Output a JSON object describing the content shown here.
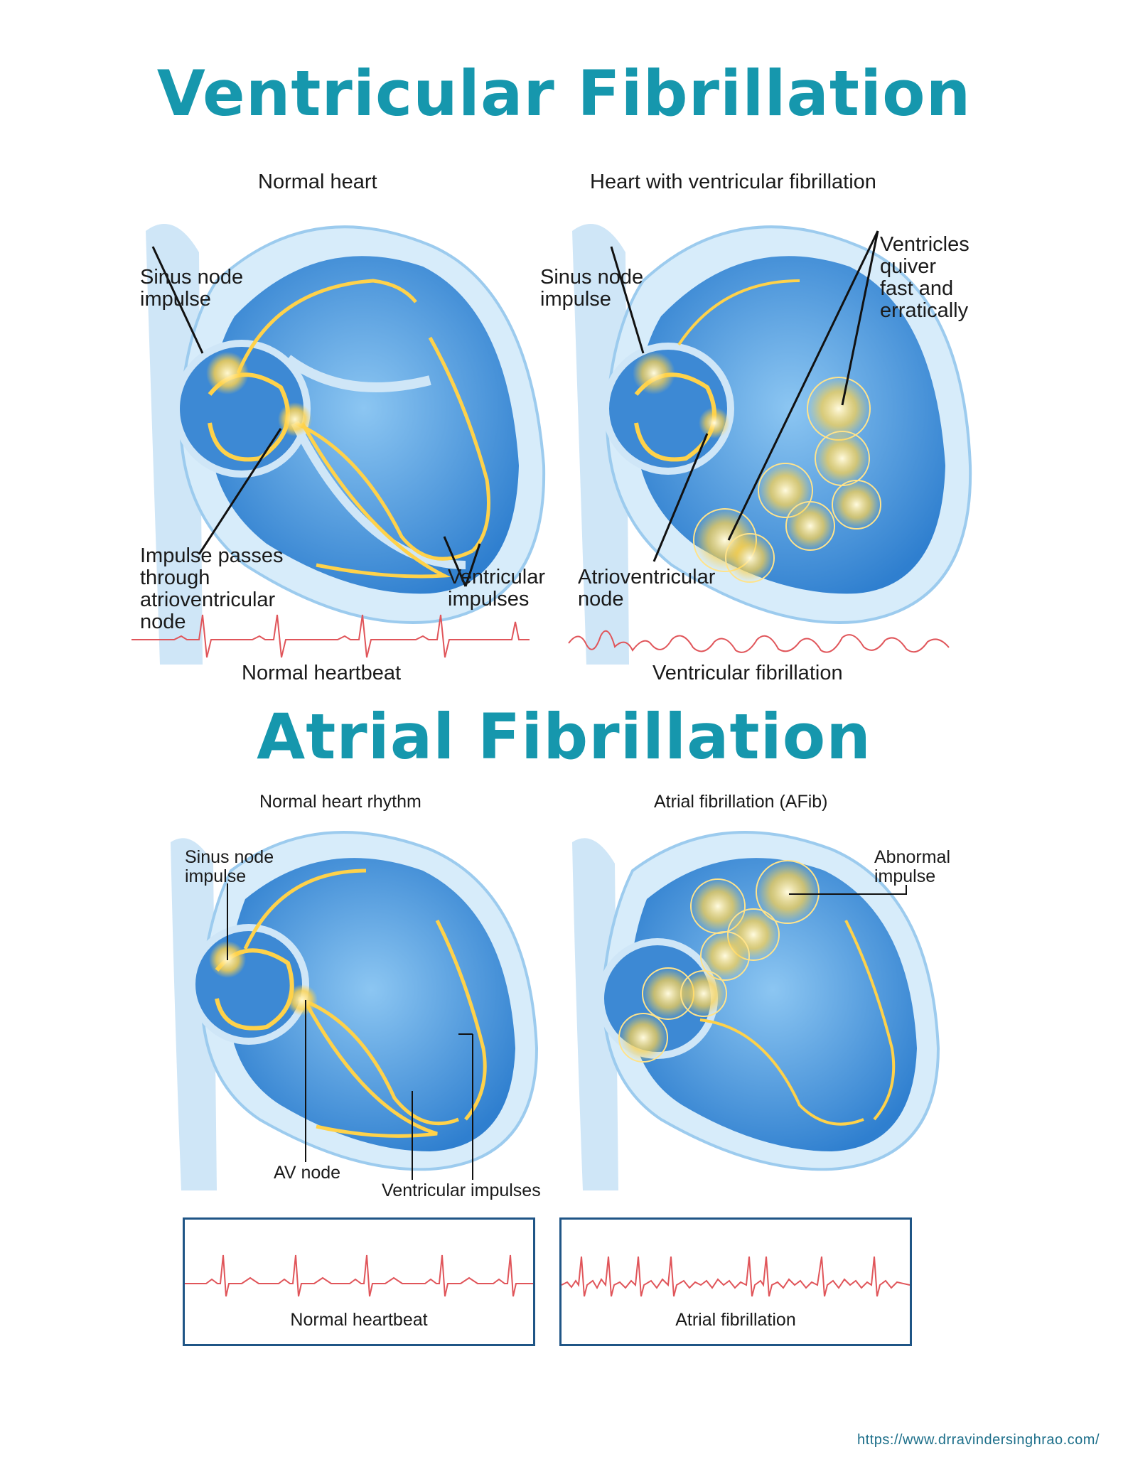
{
  "ventricular": {
    "title": "Ventricular Fibrillation",
    "normal_panel": {
      "caption": "Normal heart",
      "sinus_label": "Sinus node\nimpulse",
      "av_label": "Impulse passes\nthrough\natrioventricular\nnode",
      "ventricular_label": "Ventricular\nimpulses",
      "ecg_caption": "Normal heartbeat"
    },
    "vf_panel": {
      "caption": "Heart with ventricular fibrillation",
      "sinus_label": "Sinus node\nimpulse",
      "quiver_label": "Ventricles\nquiver\nfast and\nerratically",
      "av_label": "Atrioventricular\nnode",
      "ecg_caption": "Ventricular fibrillation"
    }
  },
  "atrial": {
    "title": "Atrial Fibrillation",
    "normal_panel": {
      "caption": "Normal heart rhythm",
      "sinus_label": "Sinus node\nimpulse",
      "av_label": "AV node",
      "ventricular_label": "Ventricular impulses",
      "ecg_caption": "Normal heartbeat"
    },
    "af_panel": {
      "caption": "Atrial fibrillation (AFib)",
      "abnormal_label": "Abnormal\nimpulse",
      "ecg_caption": "Atrial fibrillation"
    }
  },
  "footer": {
    "url": "https://www.drravindersinghrao.com/"
  },
  "colors": {
    "accent": "#1697ad",
    "heart_blue": "#3f8fd6",
    "impulse": "#f6c233",
    "ecg_red": "#e0555a",
    "box_border": "#1f5586"
  }
}
